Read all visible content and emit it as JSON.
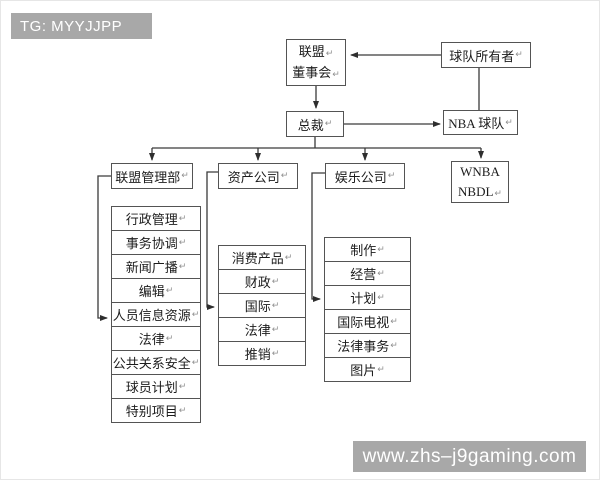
{
  "banners": {
    "top": "TG: MYYJJPP",
    "bottom": "www.zhs–j9gaming.com"
  },
  "marks": {
    "return": "↵"
  },
  "colors": {
    "banner_bg": "#a8a8a8",
    "banner_text": "#ffffff",
    "line": "#3a3a3a",
    "box_border": "#545454",
    "text": "#1c1c1c",
    "paragraph_mark": "#8f8f8f"
  },
  "org_chart": {
    "nodes": {
      "board": {
        "lines": [
          "联盟",
          "董事会"
        ]
      },
      "owners": {
        "label": "球队所有者"
      },
      "president": {
        "label": "总裁"
      },
      "nba_teams": {
        "label": "NBA 球队"
      },
      "management": {
        "label": "联盟管理部"
      },
      "assets": {
        "label": "资产公司"
      },
      "entertainment": {
        "label": "娱乐公司"
      },
      "wnba": {
        "lines": [
          "WNBA",
          "NBDL"
        ]
      }
    },
    "stacks": {
      "management": {
        "items": [
          "行政管理",
          "事务协调",
          "新闻广播",
          "编辑",
          "人员信息资源",
          "法律",
          "公共关系安全",
          "球员计划",
          "特别项目"
        ]
      },
      "assets": {
        "items": [
          "消费产品",
          "财政",
          "国际",
          "法律",
          "推销"
        ]
      },
      "entertainment": {
        "items": [
          "制作",
          "经营",
          "计划",
          "国际电视",
          "法律事务",
          "图片"
        ]
      }
    },
    "edges": [
      {
        "from": "owners",
        "to": "board",
        "arrow": true
      },
      {
        "from": "board",
        "to": "president",
        "arrow": true
      },
      {
        "from": "owners",
        "to": "nba_teams",
        "arrow": false
      },
      {
        "from": "president",
        "to": "nba_teams",
        "arrow": true
      },
      {
        "from": "president",
        "to": "management",
        "arrow": true
      },
      {
        "from": "president",
        "to": "assets",
        "arrow": true
      },
      {
        "from": "president",
        "to": "entertainment",
        "arrow": true
      },
      {
        "from": "president",
        "to": "wnba",
        "arrow": true
      },
      {
        "from": "management",
        "to": "management-stack",
        "arrow": true
      },
      {
        "from": "assets",
        "to": "assets-stack",
        "arrow": true
      },
      {
        "from": "entertainment",
        "to": "entertainment-stack",
        "arrow": true
      }
    ]
  }
}
